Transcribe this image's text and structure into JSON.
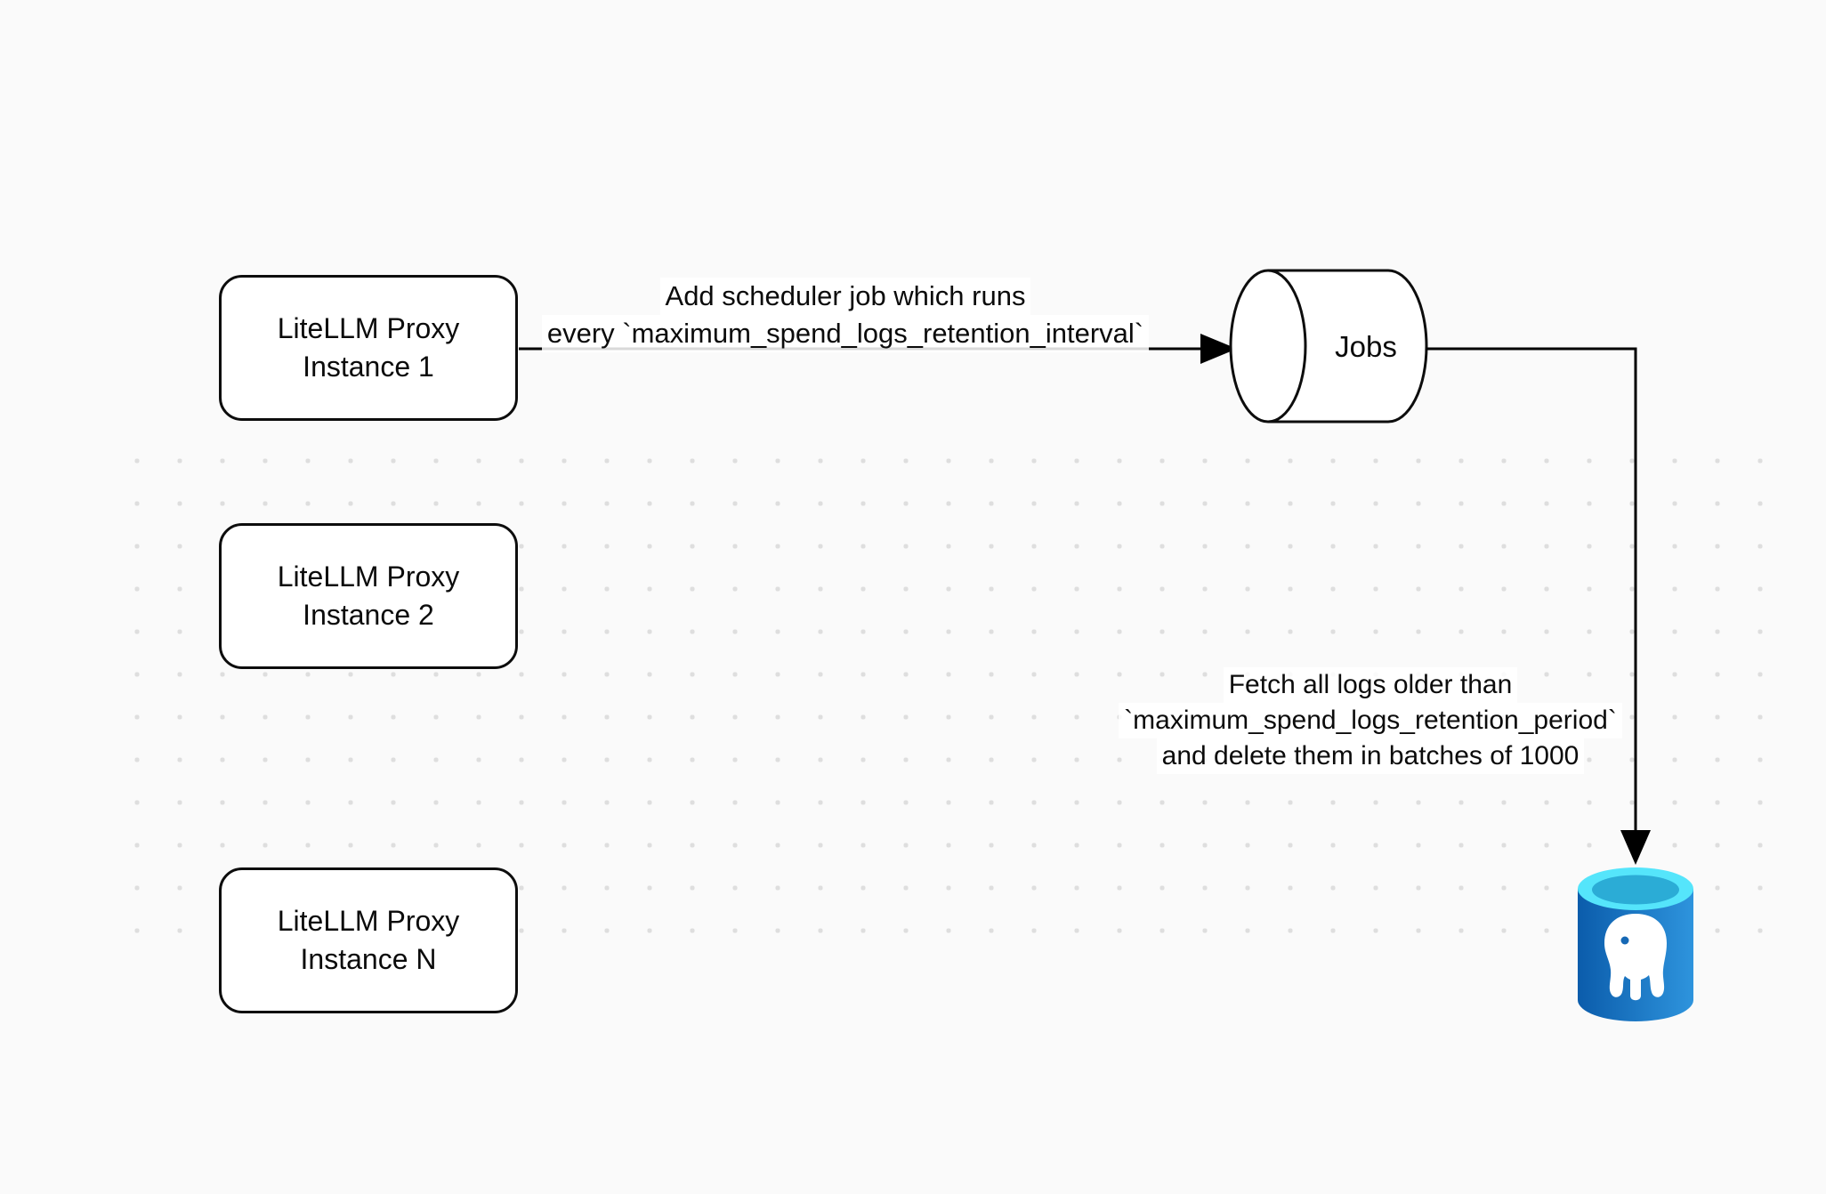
{
  "diagram": {
    "title": "LiteLLM spend logs retention scheduler diagram",
    "background_color": "#fafafa",
    "stroke_color": "#000000",
    "node_fill": "#ffffff",
    "nodes": {
      "proxy1": {
        "label_line1": "LiteLLM Proxy",
        "label_line2": "Instance 1"
      },
      "proxy2": {
        "label_line1": "LiteLLM Proxy",
        "label_line2": "Instance 2"
      },
      "proxyN": {
        "label_line1": "LiteLLM Proxy",
        "label_line2": "Instance N"
      },
      "jobs_queue": {
        "label": "Jobs",
        "shape": "cylinder"
      },
      "postgres": {
        "icon": "postgresql-database-icon",
        "colors": {
          "body_blue_dark": "#0b5cab",
          "body_blue_light": "#2e94dd",
          "top_cyan": "#55e5fb",
          "inner_teal": "#2bacd6",
          "elephant_white": "#ffffff"
        }
      }
    },
    "edges": {
      "add_scheduler_job": {
        "from": "proxy1",
        "to": "jobs_queue",
        "label_line1": "Add scheduler job which runs",
        "label_line2": "every `maximum_spend_logs_retention_interval`"
      },
      "fetch_and_delete": {
        "from": "jobs_queue",
        "to": "postgres",
        "label_line1": "Fetch all logs older than",
        "label_line2": "`maximum_spend_logs_retention_period`",
        "label_line3": "and delete them in batches of 1000"
      }
    }
  }
}
